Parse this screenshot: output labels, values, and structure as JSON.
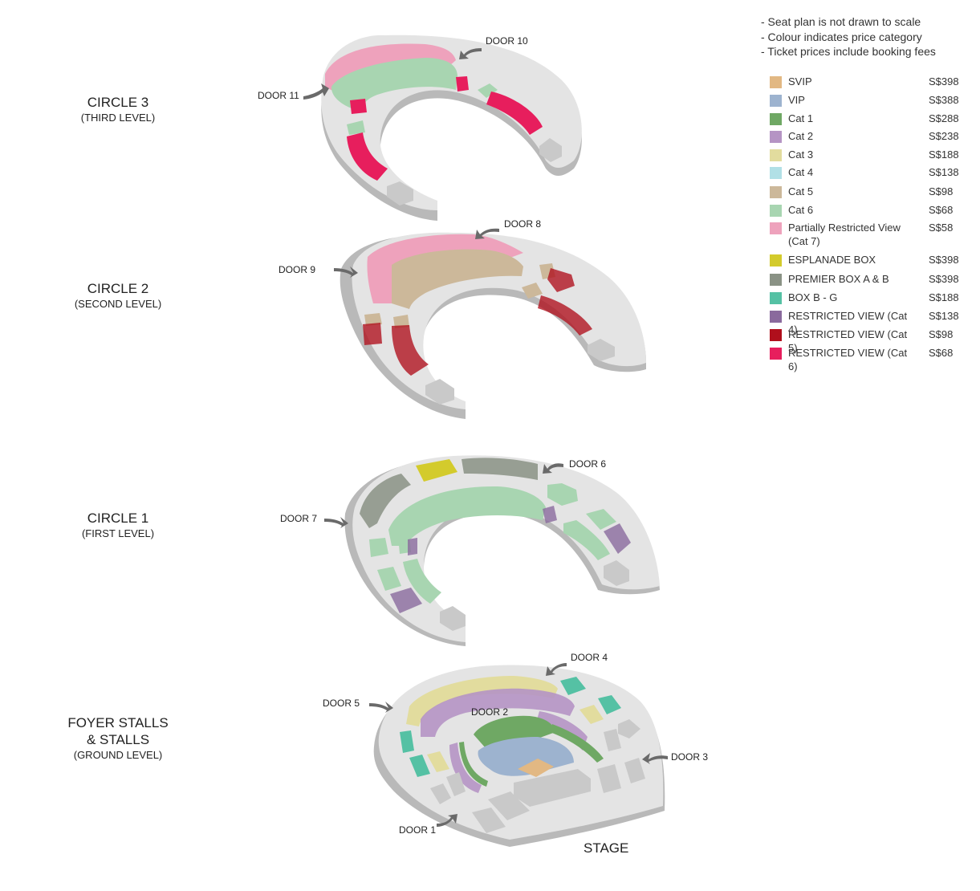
{
  "notes": [
    "- Seat plan is not drawn to scale",
    "- Colour indicates price category",
    "- Ticket prices include booking fees"
  ],
  "legend": [
    {
      "label": "SVIP",
      "price": "S$398",
      "color": "#e2b883"
    },
    {
      "label": "VIP",
      "price": "S$388",
      "color": "#9db3cf"
    },
    {
      "label": "Cat 1",
      "price": "S$288",
      "color": "#6fa864"
    },
    {
      "label": "Cat 2",
      "price": "S$238",
      "color": "#b594c4"
    },
    {
      "label": "Cat 3",
      "price": "S$188",
      "color": "#e2dc9e"
    },
    {
      "label": "Cat 4",
      "price": "S$138",
      "color": "#b1e0e6"
    },
    {
      "label": "Cat 5",
      "price": "S$98",
      "color": "#ccb89a"
    },
    {
      "label": "Cat 6",
      "price": "S$68",
      "color": "#a8d5b1"
    },
    {
      "label": "Partially Restricted View",
      "label2": "(Cat 7)",
      "price": "S$58",
      "color": "#eea2bc"
    },
    {
      "label": "ESPLANADE BOX",
      "price": "S$398",
      "color": "#d3cb2c"
    },
    {
      "label": "PREMIER BOX A & B",
      "price": "S$398",
      "color": "#8a9285"
    },
    {
      "label": "BOX B - G",
      "price": "S$188",
      "color": "#55c1a4"
    },
    {
      "label": "RESTRICTED VIEW (Cat 4)",
      "price": "S$138",
      "color": "#8a6a9d"
    },
    {
      "label": "RESTRICTED VIEW (Cat 5)",
      "price": "S$98",
      "color": "#b00f1c"
    },
    {
      "label": "RESTRICTED VIEW (Cat 6)",
      "price": "S$68",
      "color": "#e71e5d"
    }
  ],
  "levels": {
    "circle3": {
      "title": "CIRCLE 3",
      "subtitle": "(THIRD LEVEL)"
    },
    "circle2": {
      "title": "CIRCLE 2",
      "subtitle": "(SECOND LEVEL)"
    },
    "circle1": {
      "title": "CIRCLE 1",
      "subtitle": "(FIRST LEVEL)"
    },
    "stalls": {
      "title": "FOYER STALLS",
      "title2": "& STALLS",
      "subtitle": "(GROUND LEVEL)"
    }
  },
  "doors": {
    "d10": "DOOR 10",
    "d11": "DOOR 11",
    "d8": "DOOR 8",
    "d9": "DOOR  9",
    "d6": "DOOR 6",
    "d7": "DOOR 7",
    "d4": "DOOR 4",
    "d5": "DOOR 5",
    "d2": "DOOR 2",
    "d3": "DOOR 3",
    "d1": "DOOR 1"
  },
  "stage": "STAGE",
  "colors": {
    "floor": "#e4e4e4",
    "floor_side": "#b9b9b9",
    "technical": "#c9c9c9",
    "arrow": "#6a6a6a"
  }
}
